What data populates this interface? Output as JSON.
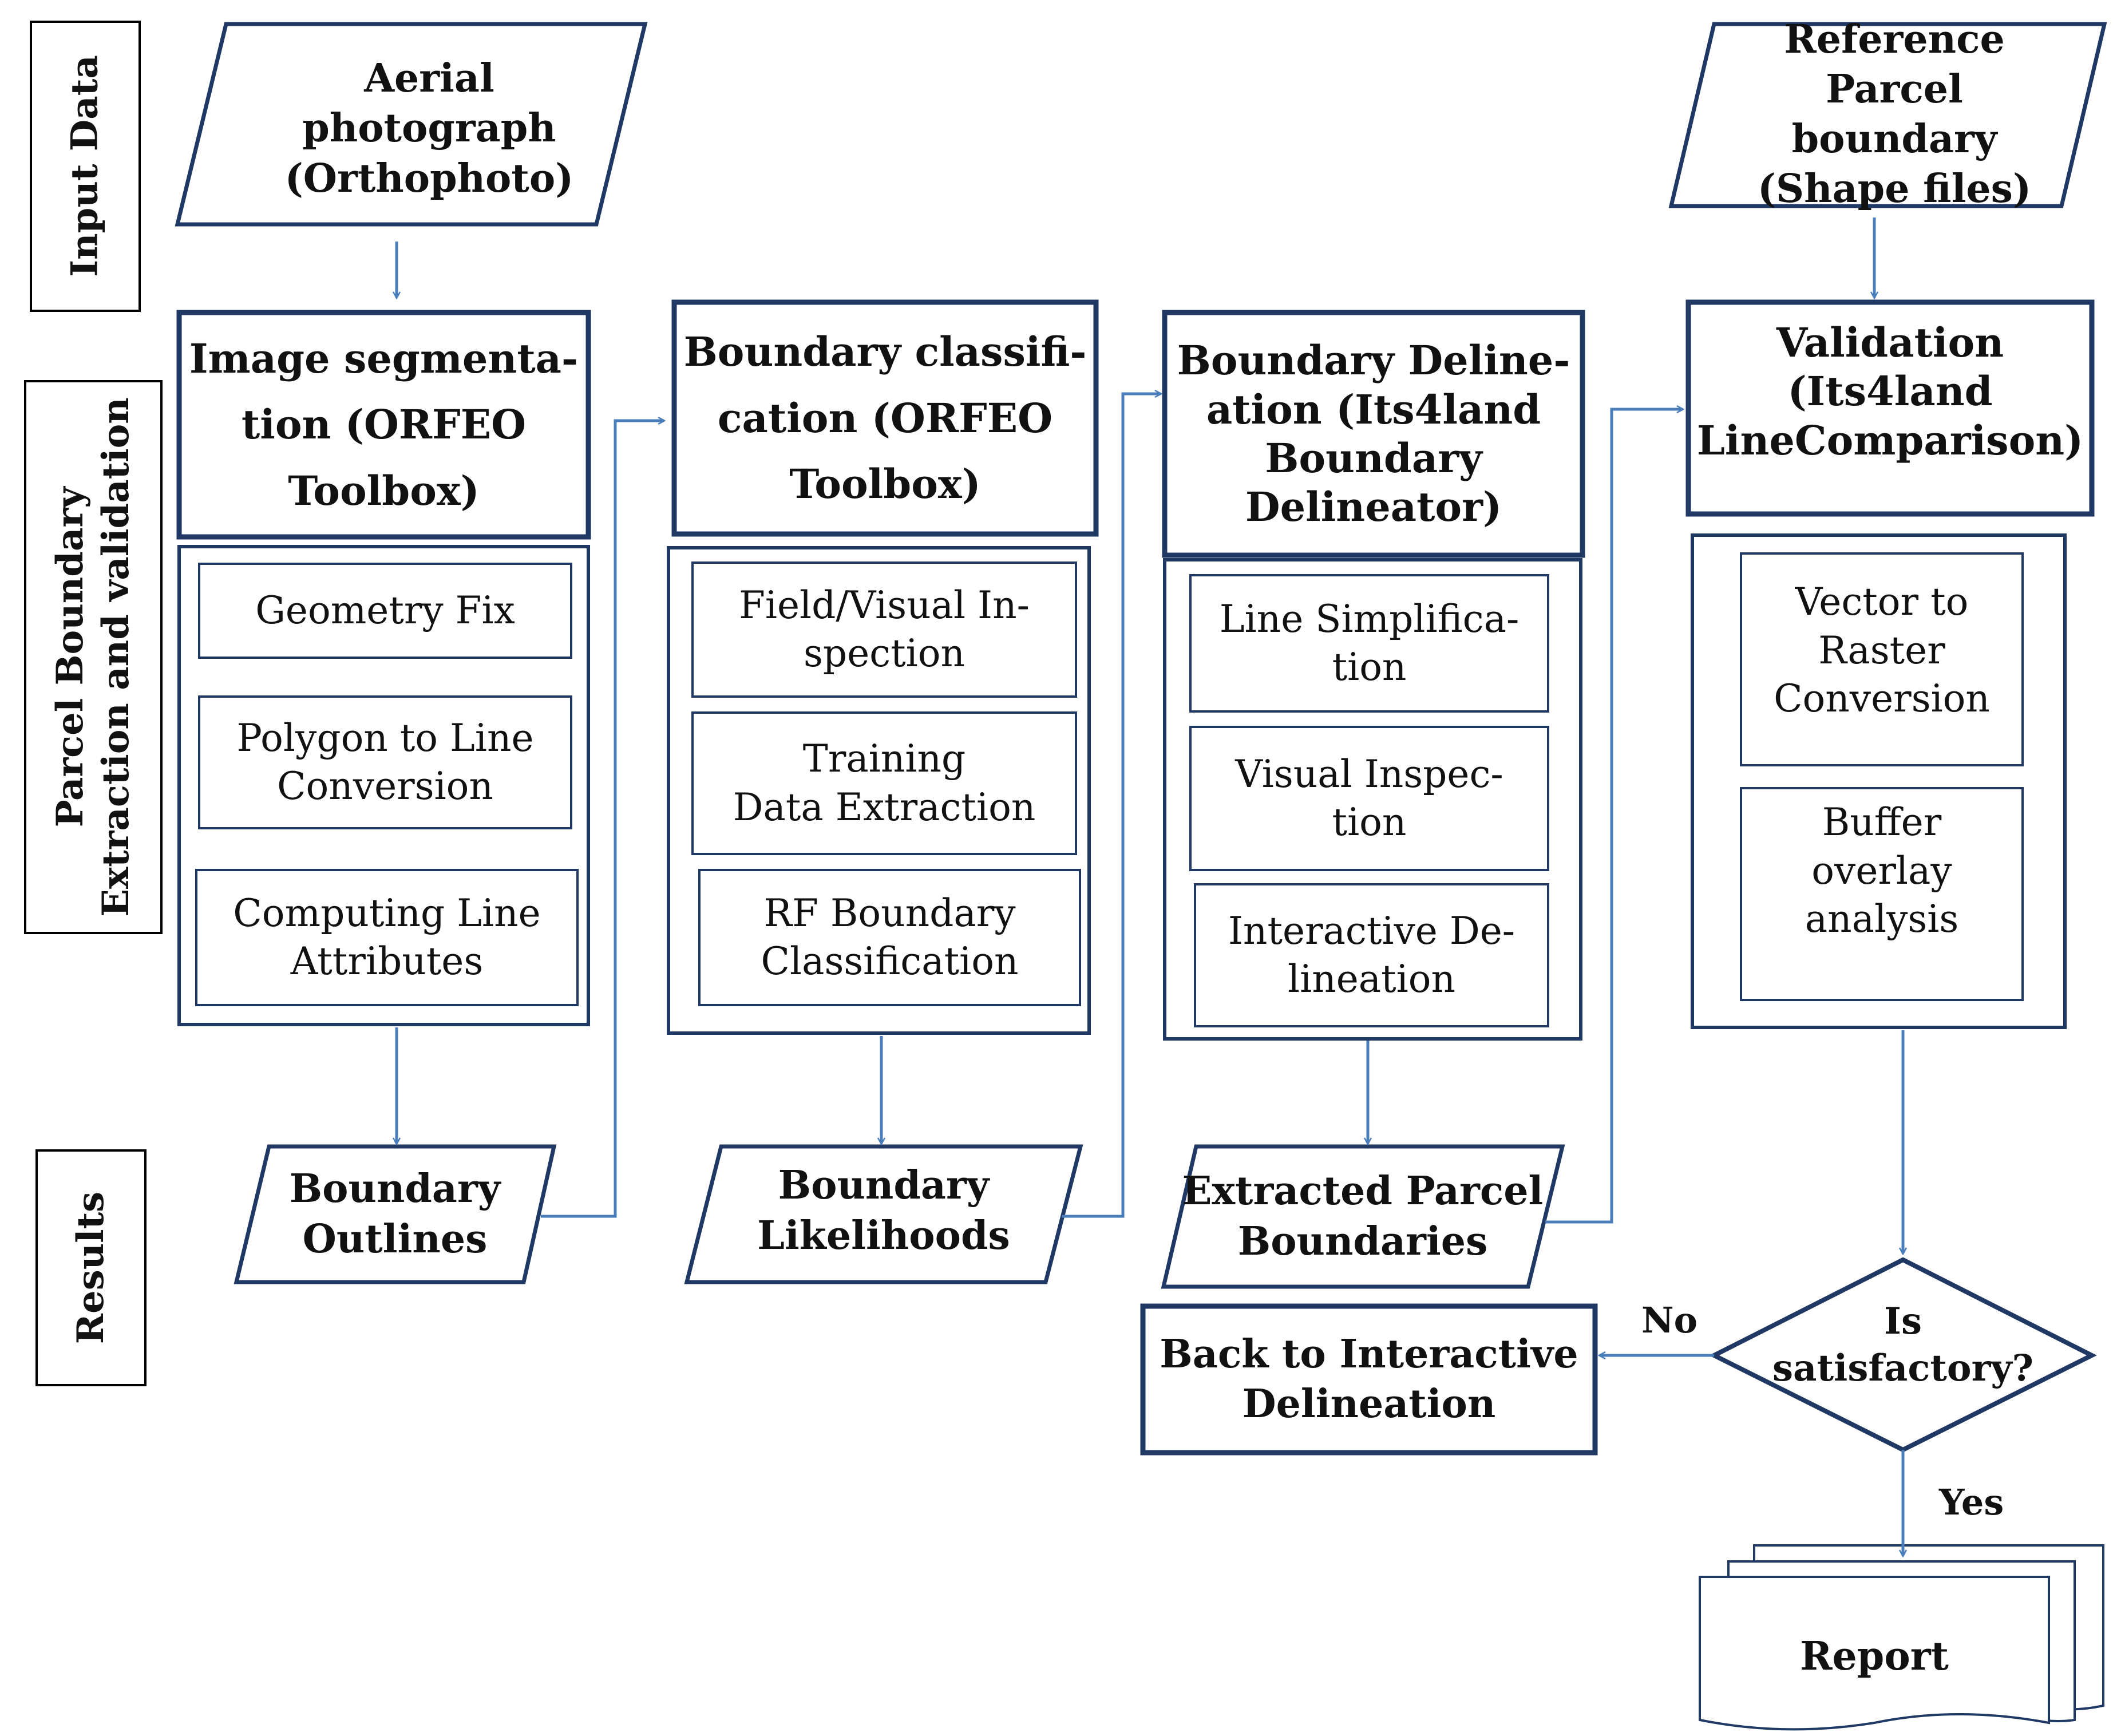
{
  "colors": {
    "box_stroke": "#1F3864",
    "arrow": "#4A7EBB",
    "side_stroke": "#000000"
  },
  "side_labels": {
    "input": "Input Data",
    "process": "Parcel Boundary\nExtraction and validation",
    "results": "Results"
  },
  "inputs": {
    "aerial": "Aerial\nphotograph\n(Orthophoto)",
    "reference": "Reference\nParcel boundary\n(Shape files)"
  },
  "steps": [
    {
      "title": "Image segmenta-\ntion (ORFEO\nToolbox)",
      "substeps": [
        "Geometry Fix",
        "Polygon to Line\nConversion",
        "Computing Line\nAttributes"
      ]
    },
    {
      "title": "Boundary classifi-\ncation (ORFEO\nToolbox)",
      "substeps": [
        "Field/Visual In-\nspection",
        "Training\nData Extraction",
        "RF Boundary\nClassification"
      ]
    },
    {
      "title": "Boundary Deline-\nation (Its4land\nBoundary\nDelineator)",
      "substeps": [
        "Line Simplifica-\ntion",
        "Visual Inspec-\ntion",
        "Interactive De-\nlineation"
      ]
    },
    {
      "title": "Validation\n(Its4land\nLineComparison)",
      "substeps": [
        "Vector to\nRaster\nConversion",
        "Buffer\noverlay\nanalysis"
      ]
    }
  ],
  "results": [
    "Boundary\nOutlines",
    "Boundary\nLikelihoods",
    "Extracted Parcel\nBoundaries"
  ],
  "decision": {
    "question": "Is\nsatisfactory?",
    "no_label": "No",
    "yes_label": "Yes"
  },
  "back_box": "Back to Interactive\nDelineation",
  "report": "Report"
}
